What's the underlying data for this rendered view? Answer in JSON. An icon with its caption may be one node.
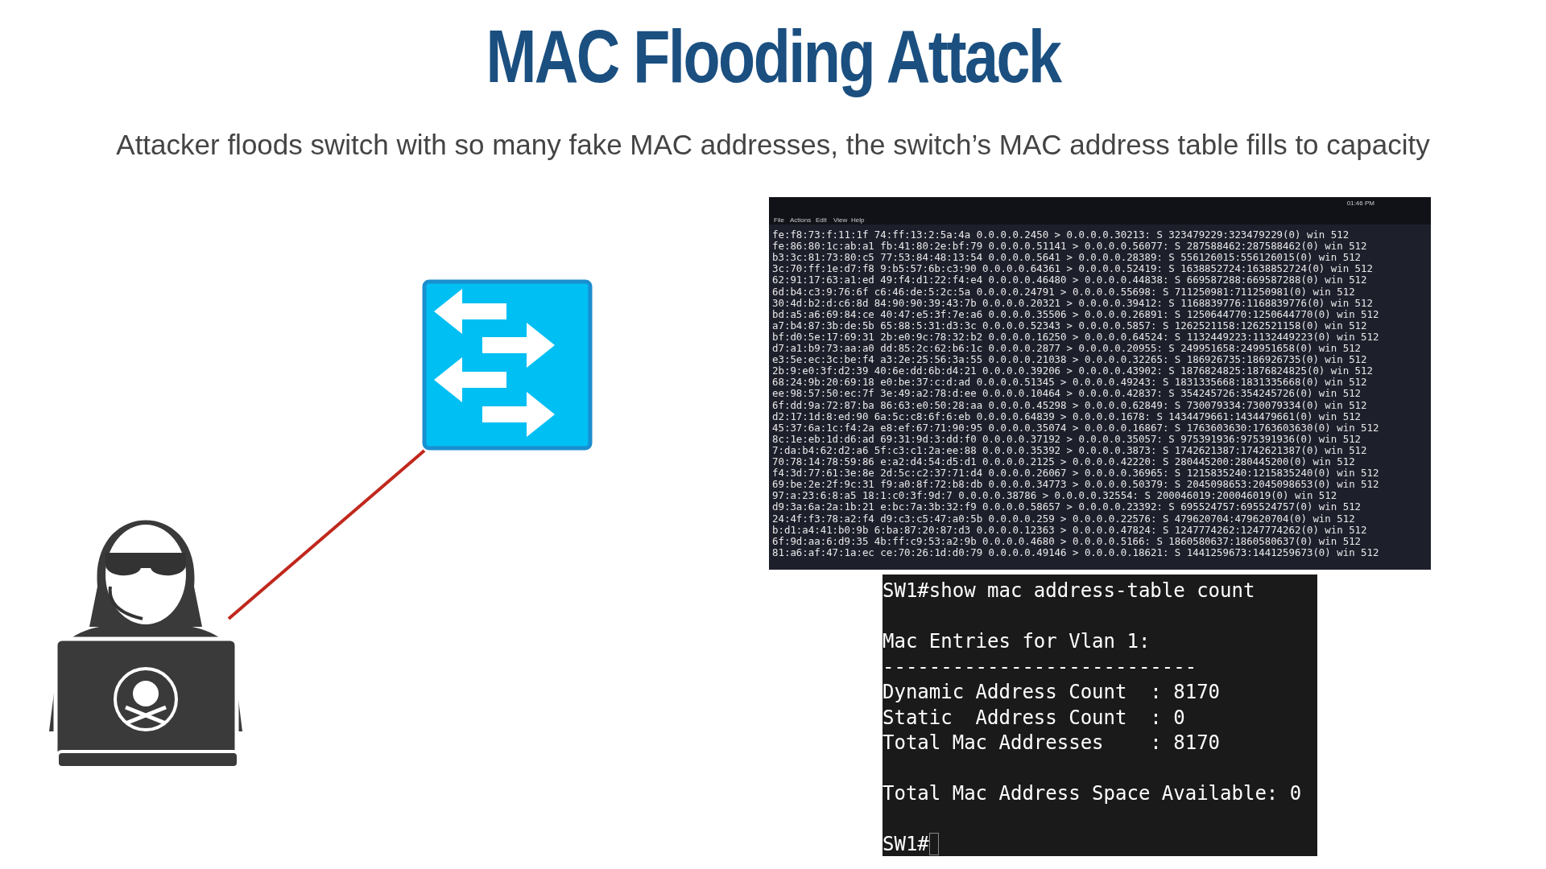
{
  "diagram": {
    "title": "MAC Flooding Attack",
    "nodes": [
      {
        "text": [],
        "shape": "picture"
      },
      {
        "text": [],
        "shape": "picture"
      }
    ],
    "edges": [
      {
        "from": 1,
        "to": 0,
        "arrow": "none",
        "color": "#c0281c"
      }
    ],
    "labels": [
      "Attacker floods switch with so many fake MAC addresses, the switch’s MAC address table fills to capacity",
      "File",
      "Actions",
      "Edit",
      "View",
      "Help",
      "01:46 PM",
      "fe:f8:73:f:11:1f 74:ff:13:2:5a:4a 0.0.0.0.2450 > 0.0.0.0.30213: S 323479229:323479229(0) win 512",
      "fe:86:80:1c:ab:a1 fb:41:80:2e:bf:79 0.0.0.0.51141 > 0.0.0.0.56077: S 287588462:287588462(0) win 512",
      "b3:3c:81:73:80:c5 77:53:84:48:13:54 0.0.0.0.5641 > 0.0.0.0.28389: S 556126015:556126015(0) win 512",
      "3c:70:ff:1e:d7:f8 9:b5:57:6b:c3:90 0.0.0.0.64361 > 0.0.0.0.52419: S 1638852724:1638852724(0) win 512",
      "62:91:17:63:a1:ed 49:f4:d1:22:f4:e4 0.0.0.0.46480 > 0.0.0.0.44838: S 669587288:669587288(0) win 512",
      "6d:b4:c3:9:76:6f c6:46:de:5:2c:5a 0.0.0.0.24791 > 0.0.0.0.55698: S 711250981:711250981(0) win 512",
      "30:4d:b2:d:c6:8d 84:90:90:39:43:7b 0.0.0.0.20321 > 0.0.0.0.39412: S 1168839776:1168839776(0) win 512",
      "bd:a5:a6:69:84:ce 40:47:e5:3f:7e:a6 0.0.0.0.35506 > 0.0.0.0.26891: S 1250644770:1250644770(0) win 512",
      "a7:b4:87:3b:de:5b 65:88:5:31:d3:3c 0.0.0.0.52343 > 0.0.0.0.5857: S 1262521158:1262521158(0) win 512",
      "bf:d0:5e:17:69:31 2b:e0:9c:78:32:b2 0.0.0.0.16250 > 0.0.0.0.64524: S 1132449223:1132449223(0) win 512",
      "d7:a1:b9:73:aa:a0 dd:85:2c:62:b6:1c 0.0.0.0.2877 > 0.0.0.0.20955: S 249951658:249951658(0) win 512",
      "e3:5e:ec:3c:be:f4 a3:2e:25:56:3a:55 0.0.0.0.21038 > 0.0.0.0.32265: S 186926735:186926735(0) win 512",
      "2b:9:e0:3f:d2:39 40:6e:dd:6b:d4:21 0.0.0.0.39206 > 0.0.0.0.43902: S 1876824825:1876824825(0) win 512",
      "68:24:9b:20:69:18 e0:be:37:c:d:ad 0.0.0.0.51345 > 0.0.0.0.49243: S 1831335668:1831335668(0) win 512",
      "ee:98:57:50:ec:7f 3e:49:a2:78:d:ee 0.0.0.0.10464 > 0.0.0.0.42837: S 354245726:354245726(0) win 512",
      "6f:dd:9a:72:87:ba 86:63:e0:50:28:aa 0.0.0.0.45298 > 0.0.0.0.62849: S 730079334:730079334(0) win 512",
      "d2:17:1d:8:ed:90 6a:5c:c8:6f:6:eb 0.0.0.0.64839 > 0.0.0.0.1678: S 1434479661:1434479661(0) win 512",
      "45:37:6a:1c:f4:2a e8:ef:67:71:90:95 0.0.0.0.35074 > 0.0.0.0.16867: S 1763603630:1763603630(0) win 512",
      "8c:1e:eb:1d:d6:ad 69:31:9d:3:dd:f0 0.0.0.0.37192 > 0.0.0.0.35057: S 975391936:975391936(0) win 512",
      "7:da:b4:62:d2:a6 5f:c3:c1:2a:ee:88 0.0.0.0.35392 > 0.0.0.0.3873: S 1742621387:1742621387(0) win 512",
      "70:78:14:78:59:86 e:a2:d4:54:d5:d1 0.0.0.0.2125 > 0.0.0.0.42220: S 280445200:280445200(0) win 512",
      "f4:3d:77:61:3e:8e 2d:5c:c2:37:71:d4 0.0.0.0.26067 > 0.0.0.0.36965: S 1215835240:1215835240(0) win 512",
      "69:be:2e:2f:9c:31 f9:a0:8f:72:b8:db 0.0.0.0.34773 > 0.0.0.0.50379: S 2045098653:2045098653(0) win 512",
      "97:a:23:6:8:a5 18:1:c0:3f:9d:7 0.0.0.0.38786 > 0.0.0.0.32554: S 200046019:200046019(0) win 512",
      "d9:3a:6a:2a:1b:21 e:bc:7a:3b:32:f9 0.0.0.0.58657 > 0.0.0.0.23392: S 695524757:695524757(0) win 512",
      "24:4f:f3:78:a2:f4 d9:c3:c5:47:a0:5b 0.0.0.0.259 > 0.0.0.0.22576: S 479620704:479620704(0) win 512",
      "b:d1:a4:41:b0:9b 6:ba:87:20:87:d3 0.0.0.0.12363 > 0.0.0.0.47824: S 1247774262:1247774262(0) win 512",
      "6f:9d:aa:6:d9:35 4b:ff:c9:53:a2:9b 0.0.0.0.4680 > 0.0.0.0.5166: S 1860580637:1860580637(0) win 512",
      "81:a6:af:47:1a:ec ce:70:26:1d:d0:79 0.0.0.0.49146 > 0.0.0.0.18621: S 1441259673:1441259673(0) win 512",
      "SW1#show mac address-table count",
      "Mac Entries for Vlan 1:",
      "---------------------------",
      "Dynamic Address Count  : 8170",
      "Static  Address Count  : 0",
      "Total Mac Addresses    : 8170",
      "Total Mac Address Space Available: 0",
      "SW1#"
    ]
  }
}
